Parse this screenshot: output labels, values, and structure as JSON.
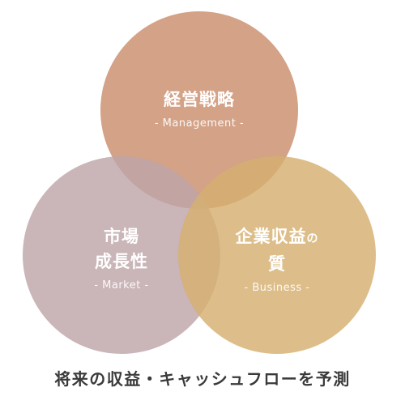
{
  "circles": {
    "management": {
      "title": "経営戦略",
      "subtitle": "- Management -",
      "color": "#c98e6c"
    },
    "market": {
      "title_line1": "市場",
      "title_line2": "成長性",
      "subtitle": "- Market -",
      "color": "#bea5a8"
    },
    "business": {
      "title_main": "企業収益",
      "title_particle": "の",
      "title_line2": "質",
      "subtitle": "- Business -",
      "color": "#d6b070"
    }
  },
  "caption": "将来の収益・キャッシュフローを予測"
}
